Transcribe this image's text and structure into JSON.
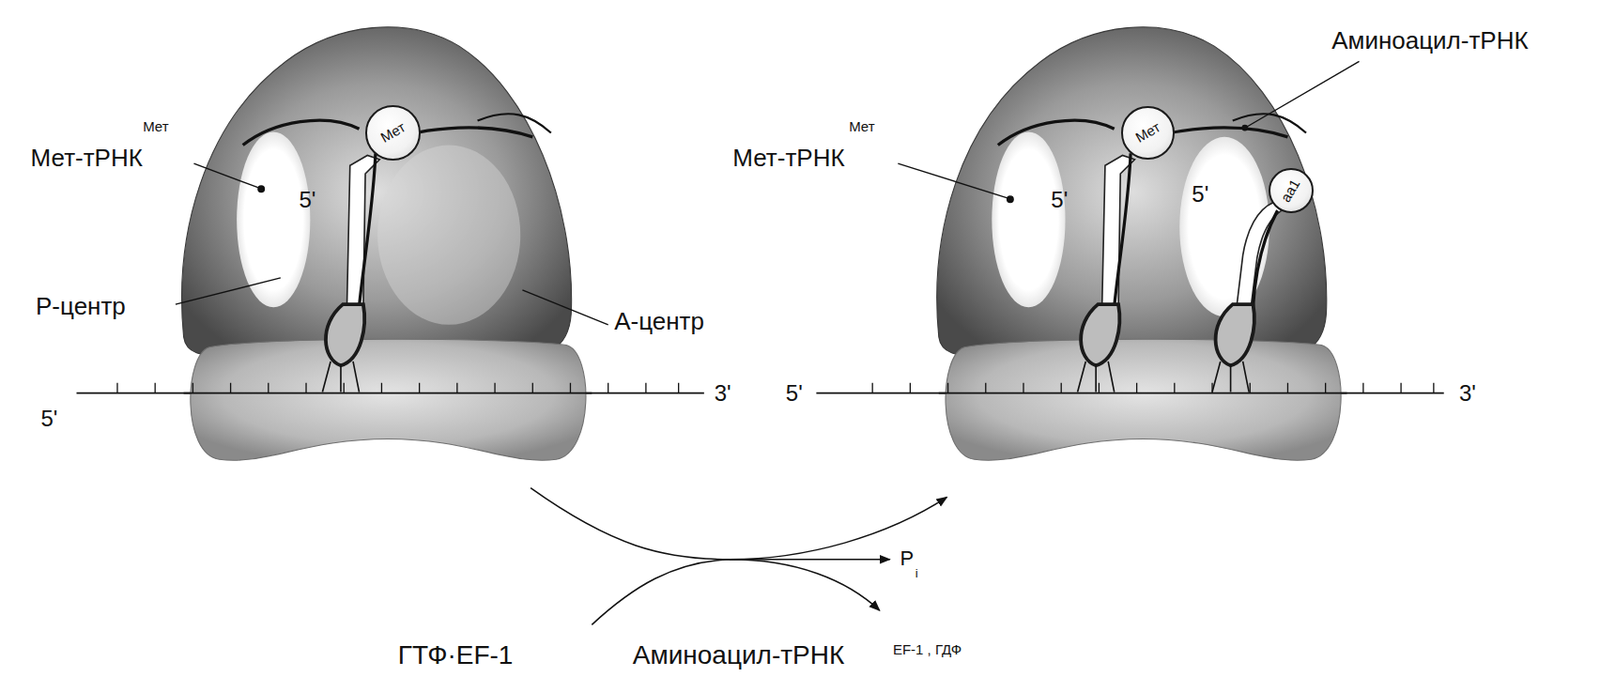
{
  "diagram": {
    "nodes": [
      {
        "text": [
          "Мет"
        ]
      },
      {
        "text": [
          "Мет"
        ]
      },
      {
        "text": [
          "aa1"
        ]
      }
    ],
    "labels": [
      "Мет-тРНК",
      "Мет",
      "5'",
      "Р-центр",
      "А-центр",
      "5'",
      "3'",
      "Аминоацил-тРНК",
      "Мет-тРНК",
      "Мет",
      "5'",
      "5'",
      "5'",
      "3'",
      "P",
      "i",
      "ГТФ·EF-1",
      "Аминоацил-тРНК",
      "EF-1 , ГДФ"
    ]
  }
}
